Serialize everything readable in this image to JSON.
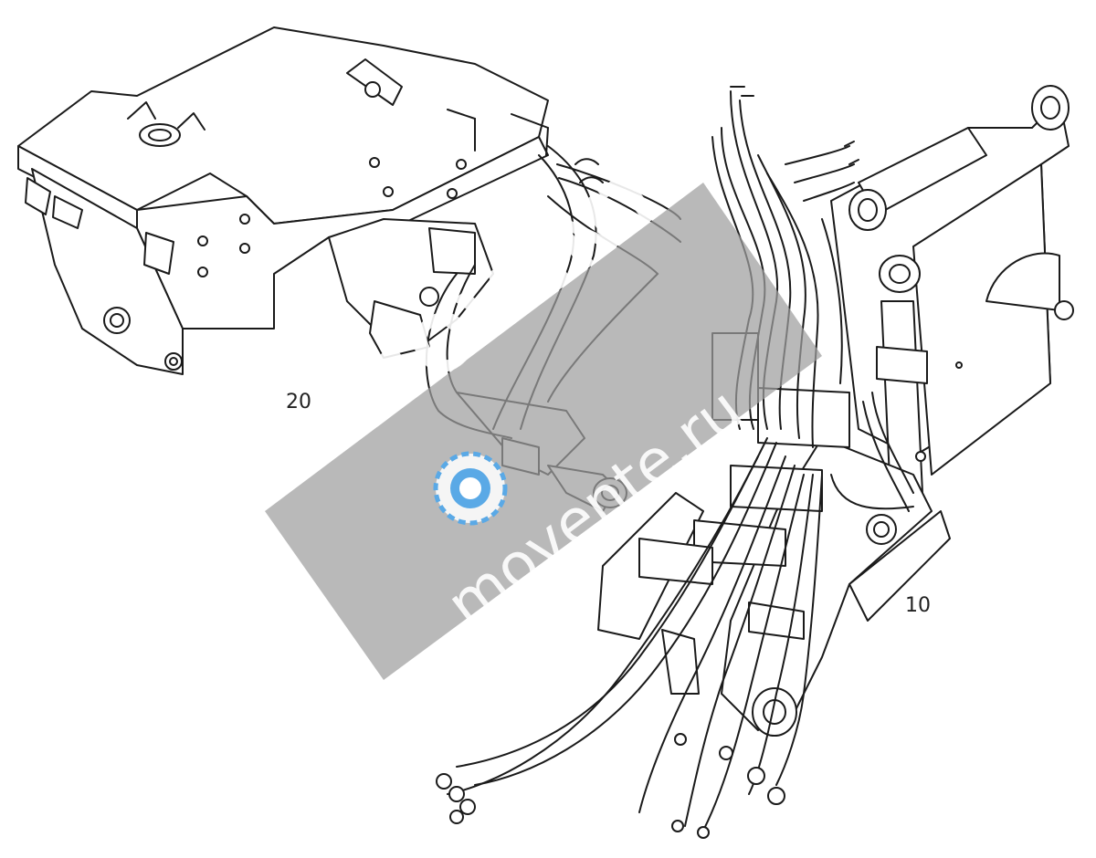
{
  "callouts": {
    "assembly_20": "20",
    "assembly_10": "10"
  },
  "watermark": {
    "brand": "MOVENTE",
    "site": "movente.ru",
    "band_color": "#9e9e9e",
    "text_color": "#ffffff",
    "logo_color": "#5aa9e6"
  },
  "line_color": "#1a1a1a",
  "icons": {
    "watermark_logo": "gear-globe-icon"
  }
}
